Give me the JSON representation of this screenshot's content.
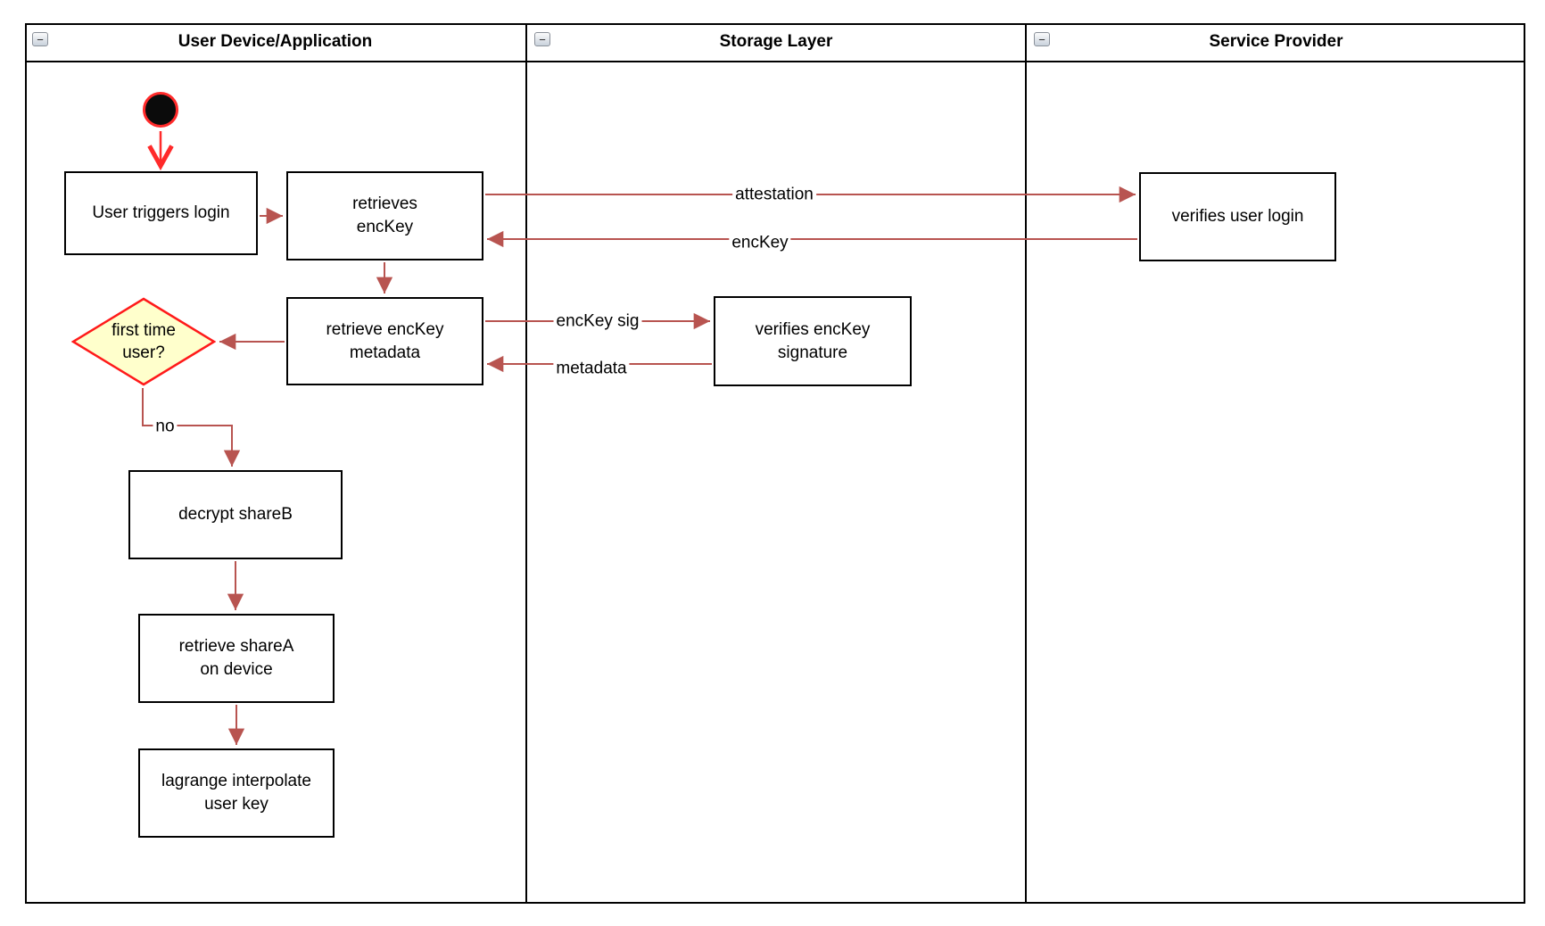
{
  "lanes": [
    {
      "title": "User Device/Application"
    },
    {
      "title": "Storage Layer"
    },
    {
      "title": "Service Provider"
    }
  ],
  "collapse_glyph": "−",
  "nodes": {
    "user_triggers_login": "User triggers login",
    "retrieves_enckey": "retrieves\nencKey",
    "retrieve_enckey_metadata": "retrieve encKey\nmetadata",
    "first_time_user": "first time\nuser?",
    "decrypt_shareb": "decrypt shareB",
    "retrieve_sharea": "retrieve shareA\non device",
    "lagrange_interpolate": "lagrange interpolate\nuser key",
    "verifies_enckey_signature": "verifies encKey\nsignature",
    "verifies_user_login": "verifies user login"
  },
  "edge_labels": {
    "attestation": "attestation",
    "enckey": "encKey",
    "enckey_sig": "encKey sig",
    "metadata": "metadata",
    "no": "no"
  },
  "colors": {
    "flow_edge": "#b85450",
    "start_accent": "#ff2a2a",
    "diamond_fill": "#ffffcc",
    "diamond_stroke": "#ff1a1a",
    "node_border": "#000000"
  }
}
